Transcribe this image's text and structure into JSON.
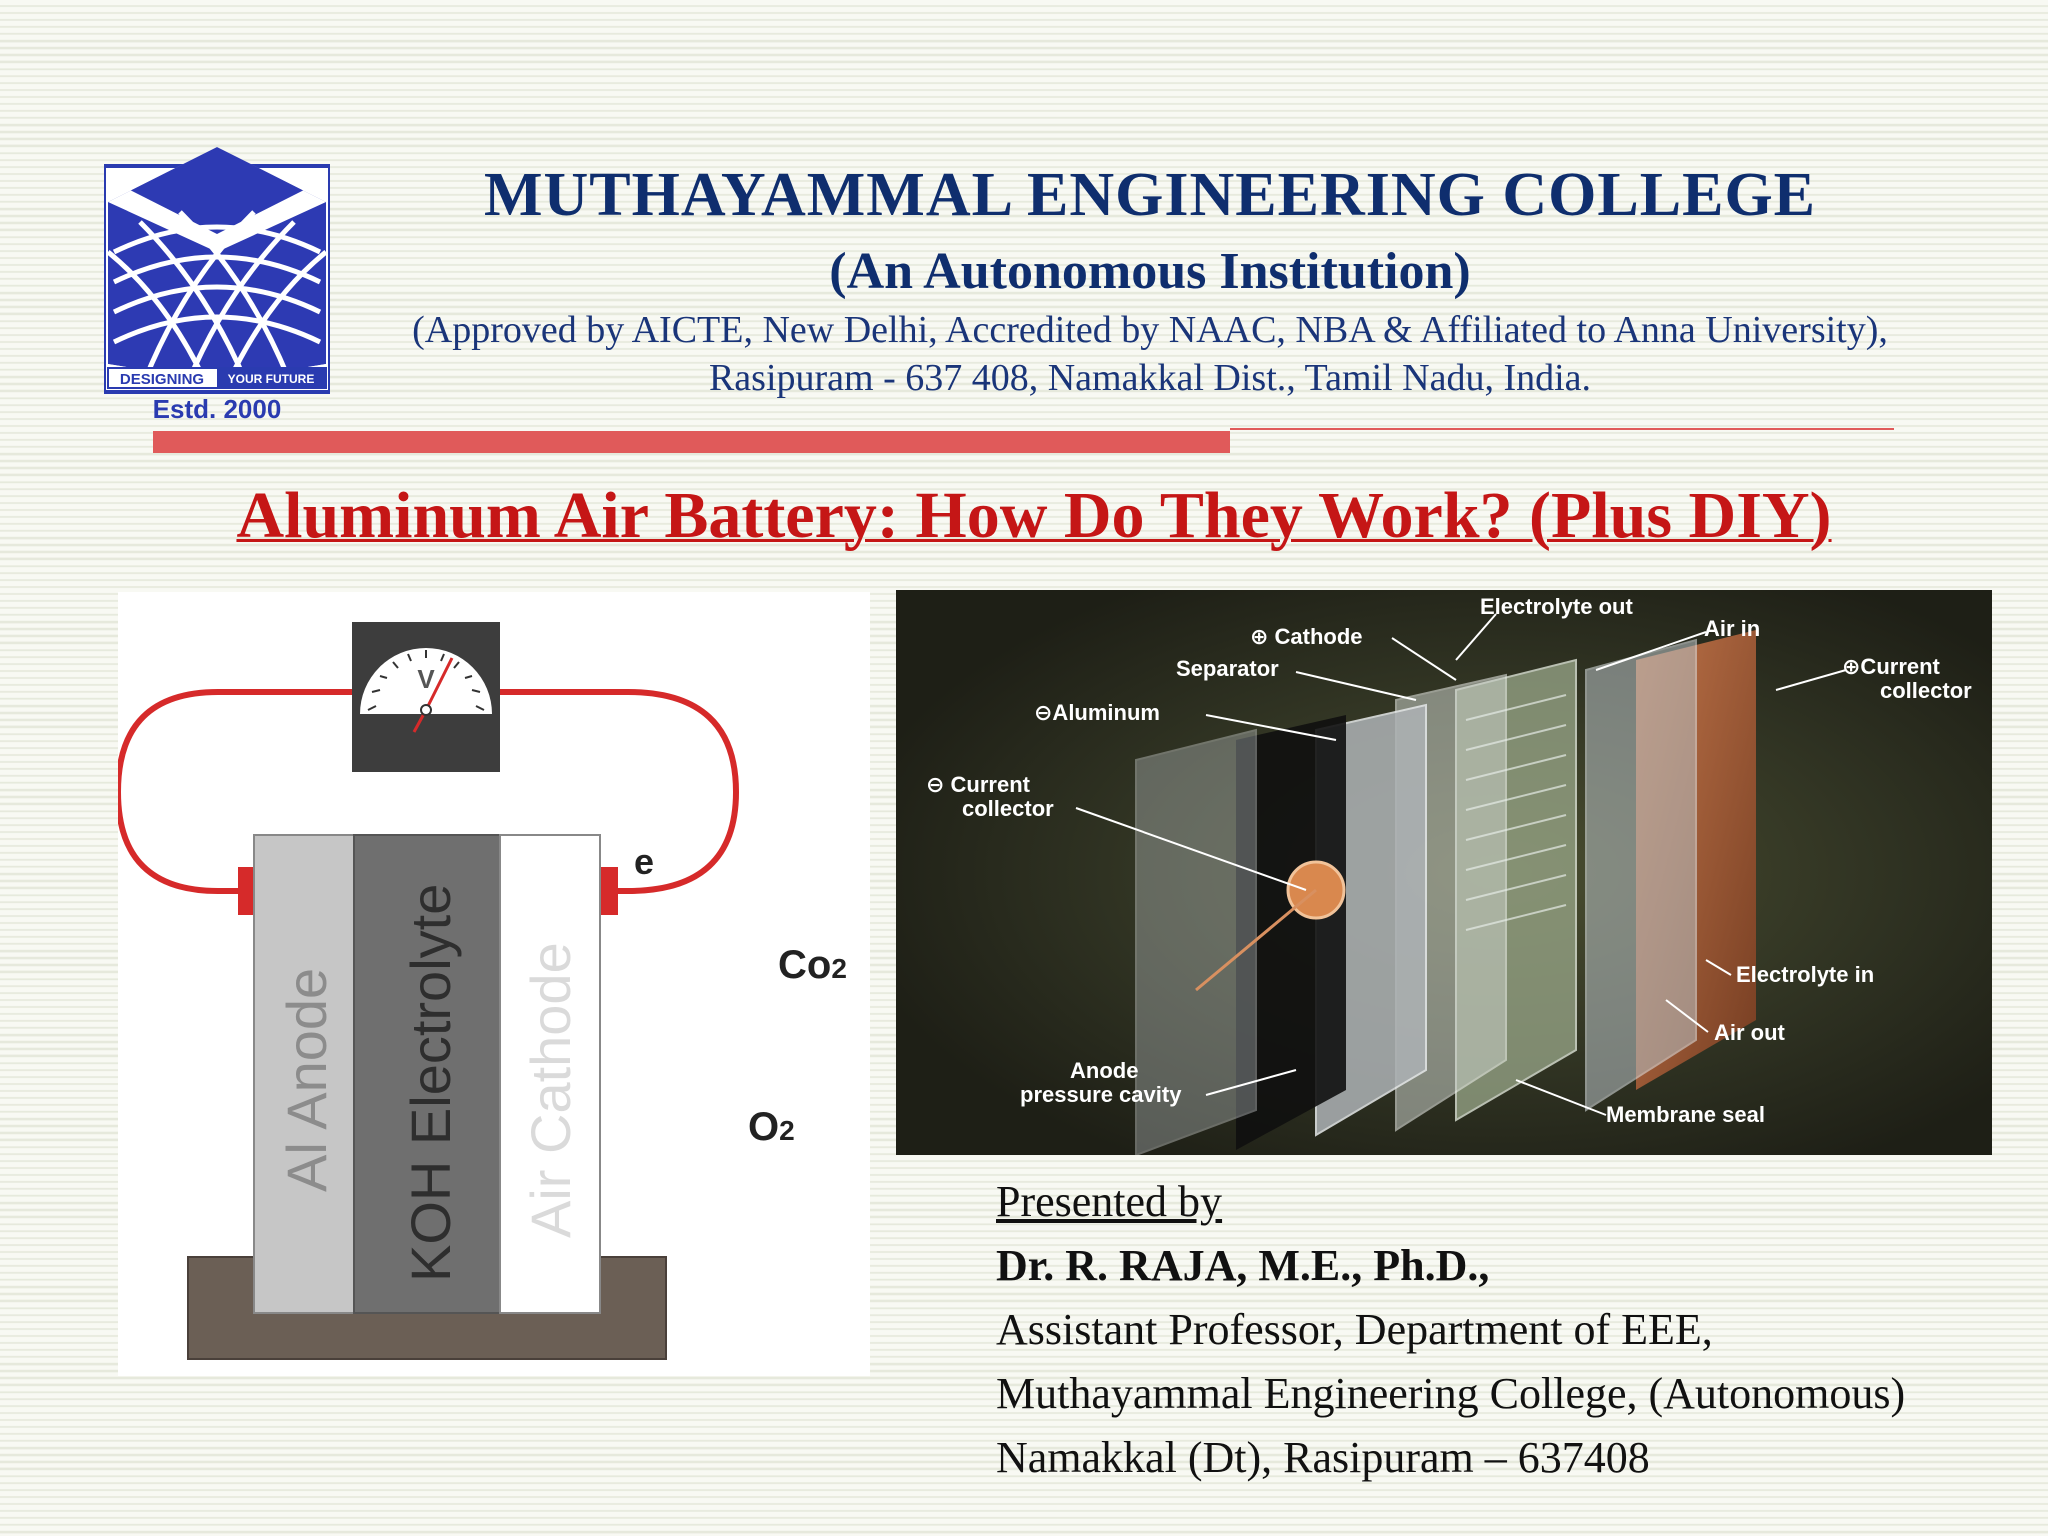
{
  "header": {
    "logo_motto_left": "DESIGNING",
    "logo_motto_right": "YOUR FUTURE",
    "logo_estd": "Estd. 2000",
    "college_name": "MUTHAYAMMAL ENGINEERING COLLEGE",
    "autonomous": "(An Autonomous Institution)",
    "approved": "(Approved by AICTE, New Delhi, Accredited by NAAC, NBA & Affiliated to Anna University),",
    "address": "Rasipuram - 637 408, Namakkal Dist., Tamil Nadu, India."
  },
  "slide_title": "Aluminum Air Battery: How Do They Work? (Plus DIY)",
  "diagram": {
    "meter_symbol": "V",
    "anode_label": "Al Anode",
    "electrolyte_label": "KOH Electrolyte",
    "cathode_label": "Air Cathode",
    "electron_label": "e",
    "co2_label": "Co",
    "co2_sub": "2",
    "o2_label": "O",
    "o2_sub": "2"
  },
  "photo_labels": {
    "electrolyte_out": "Electrolyte out",
    "cathode": "⊕ Cathode",
    "air_in": "Air in",
    "current_collector_pos_1": "⊕Current",
    "current_collector_pos_2": "collector",
    "separator": "Separator",
    "aluminum": "⊖Aluminum",
    "current_collector_neg_1": "⊖ Current",
    "current_collector_neg_2": "collector",
    "electrolyte_in": "Electrolyte in",
    "air_out": "Air out",
    "anode_cavity_1": "Anode",
    "anode_cavity_2": "pressure cavity",
    "membrane_seal": "Membrane seal"
  },
  "presenter": {
    "heading": "Presented by",
    "name": "Dr. R. RAJA, M.E., Ph.D.,",
    "role": "Assistant Professor, Department of EEE,",
    "institution": "Muthayammal Engineering College, (Autonomous)",
    "location": "Namakkal (Dt), Rasipuram – 637408"
  },
  "colors": {
    "navy": "#0f2e6e",
    "title_red": "#c51616",
    "bar_red": "#e05a5a",
    "logo_blue": "#2a3bb0",
    "wire_red": "#d62a2a"
  }
}
